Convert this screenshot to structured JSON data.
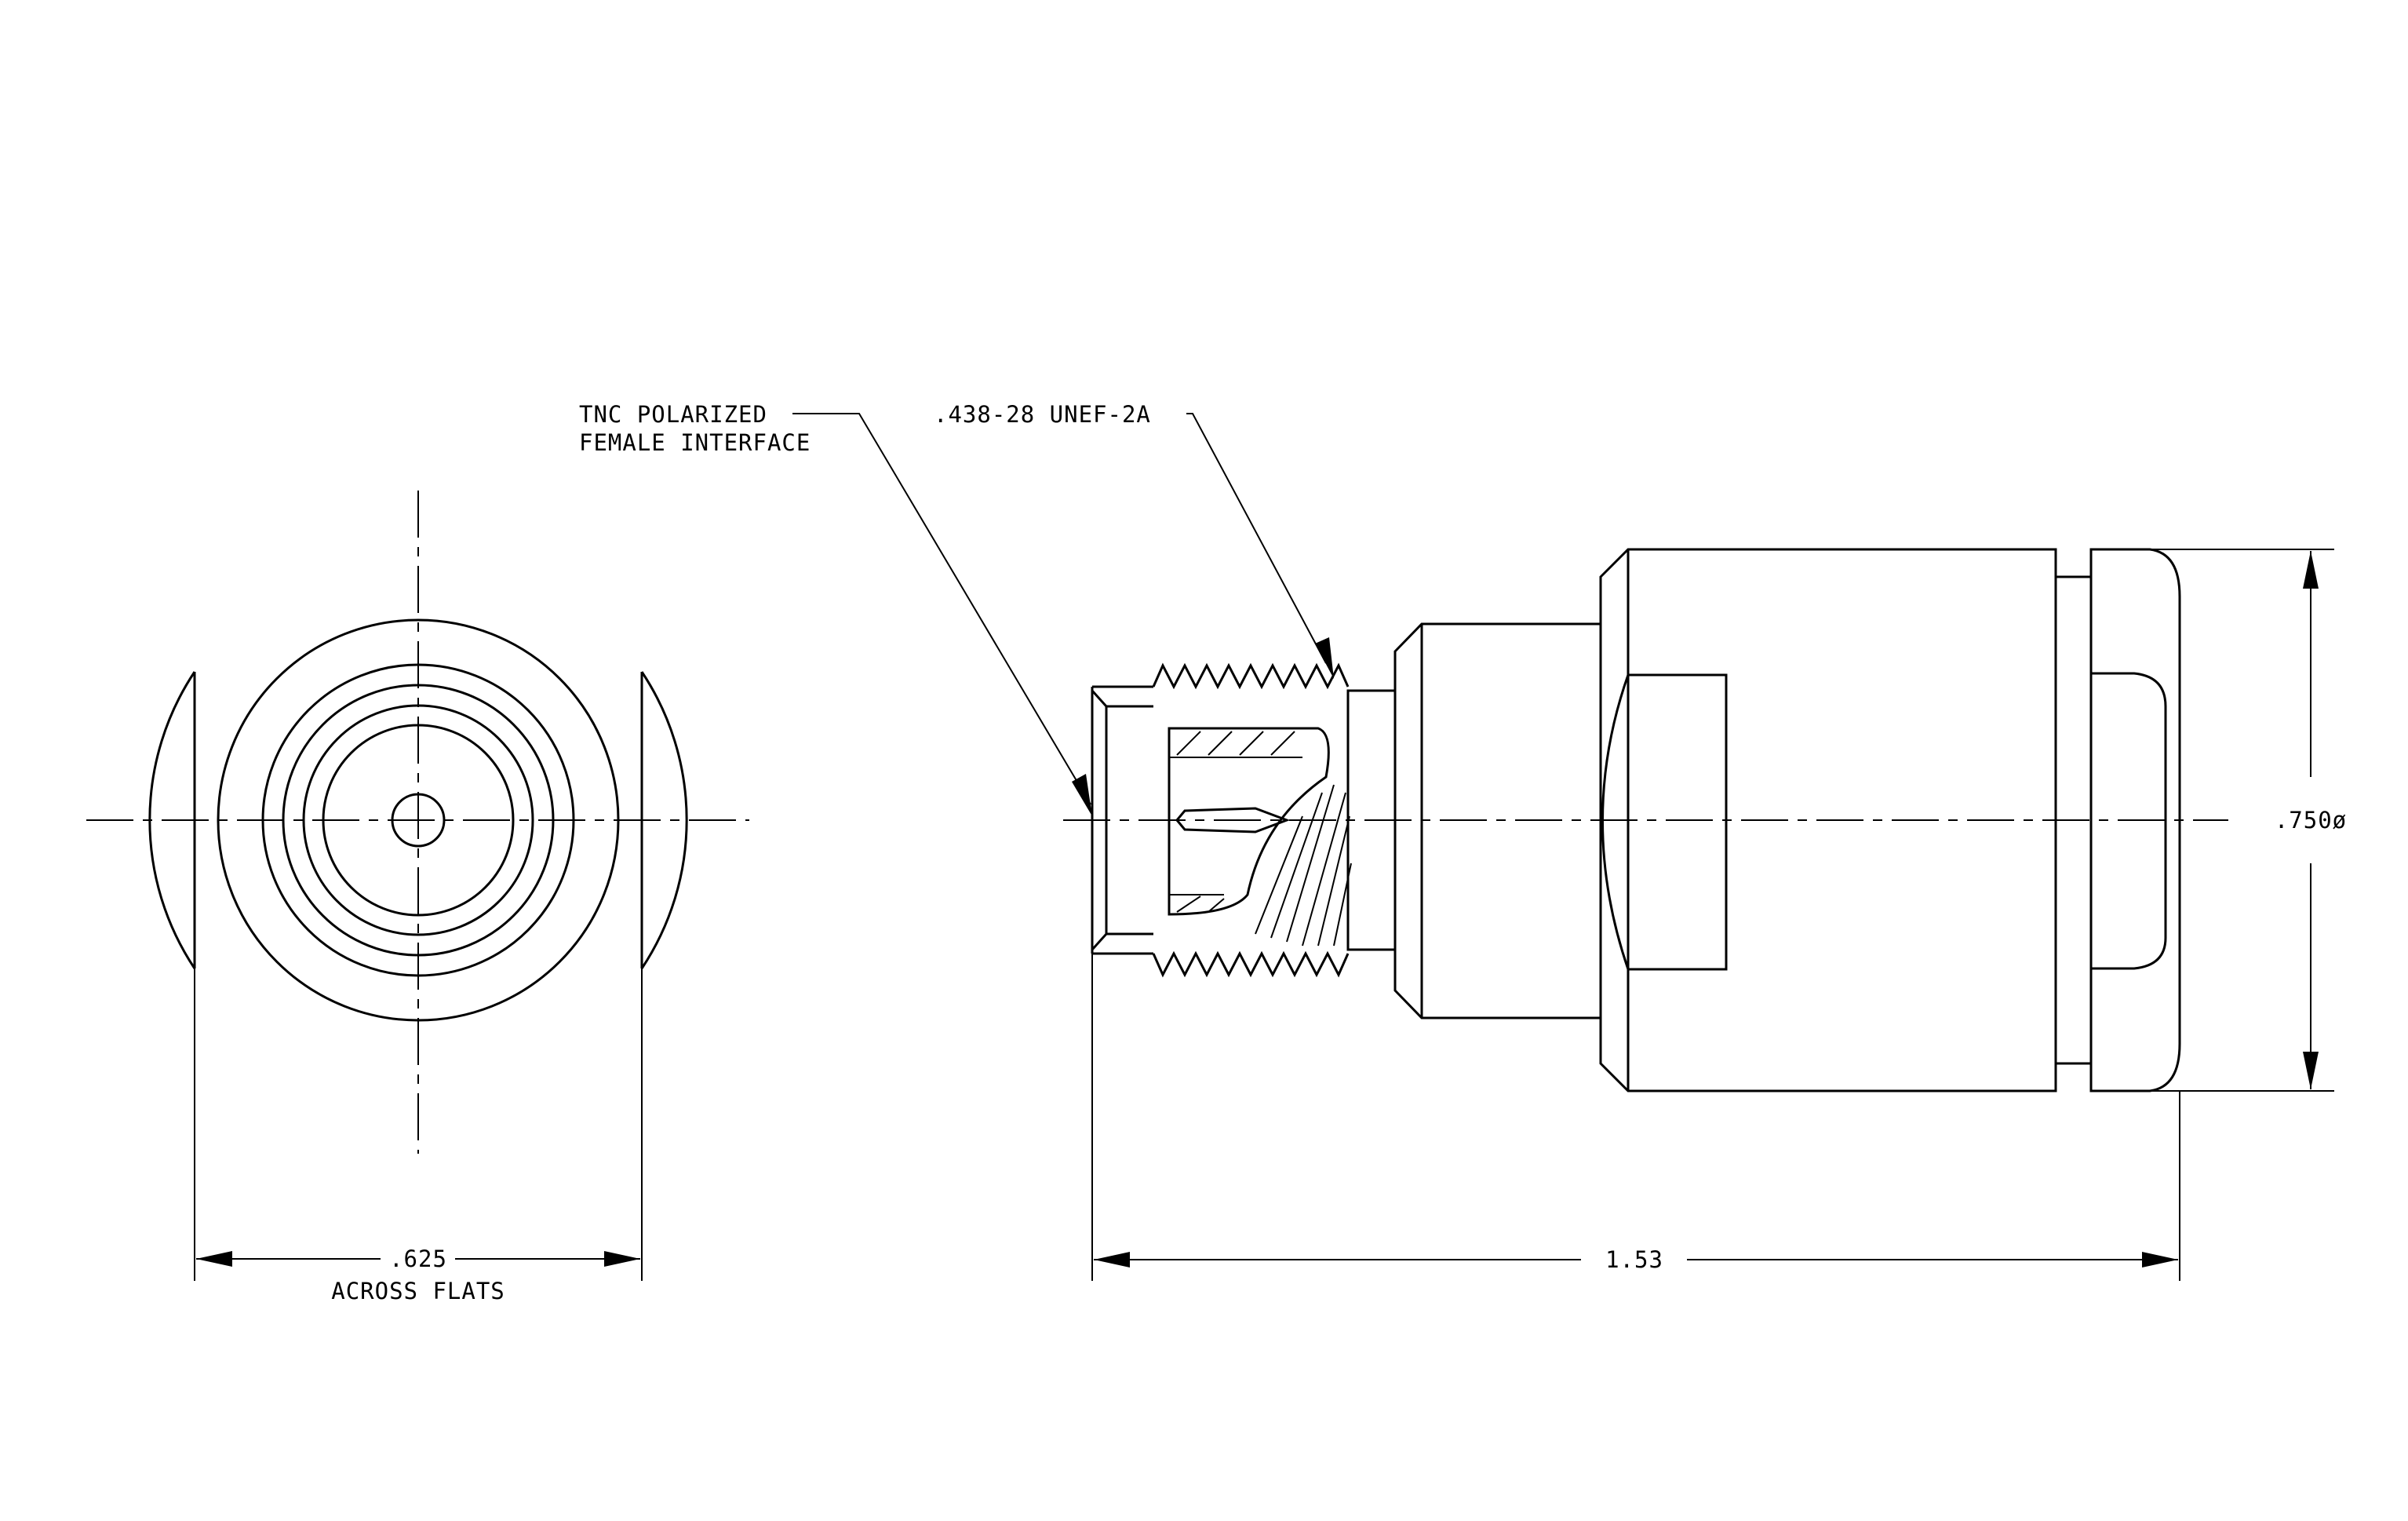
{
  "labels": {
    "tnc_line1": "TNC POLARIZED",
    "tnc_line2": "FEMALE INTERFACE",
    "thread": ".438-28 UNEF-2A",
    "flats_value": ".625",
    "flats_note": "ACROSS FLATS",
    "diameter": ".750ø",
    "length": "1.53"
  }
}
